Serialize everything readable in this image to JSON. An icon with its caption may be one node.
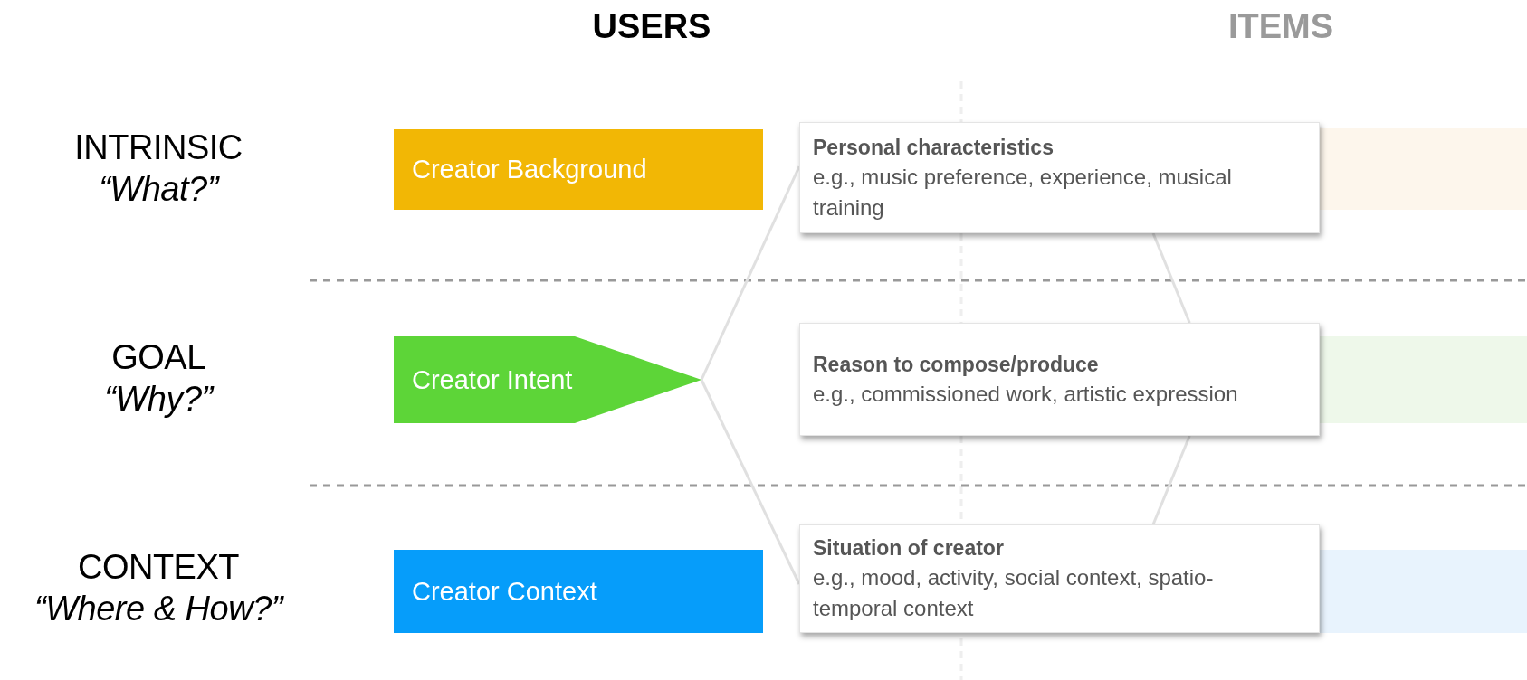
{
  "diagram": {
    "nodes": [
      {
        "text": [
          "INTRINSIC",
          "“What?”"
        ]
      },
      {
        "text": [
          "Creator Background"
        ]
      },
      {
        "text": [
          "Personal characteristics",
          "e.g., music preference, experience, musical training"
        ]
      },
      {
        "text": [],
        "shape": "bar"
      },
      {
        "text": [
          "GOAL",
          "“Why?”"
        ]
      },
      {
        "text": [
          "Creator Intent"
        ]
      },
      {
        "text": [
          "Reason to compose/produce",
          "e.g., commissioned work, artistic expression"
        ]
      },
      {
        "text": [],
        "shape": "bar"
      },
      {
        "text": [
          "CONTEXT",
          "“Where & How?”"
        ]
      },
      {
        "text": [
          "Creator Context"
        ]
      },
      {
        "text": [
          "Situation of creator",
          "e.g., mood, activity, social context, spatio- temporal context"
        ]
      },
      {
        "text": [],
        "shape": "bar"
      }
    ],
    "edges": [
      {
        "from": 5,
        "to": 2,
        "arrow": "none"
      },
      {
        "from": 5,
        "to": 10,
        "arrow": "none"
      },
      {
        "from": 2,
        "to": 6,
        "arrow": "none"
      },
      {
        "from": 6,
        "to": 10,
        "arrow": "none"
      }
    ],
    "labels": [
      "USERS",
      "ITEMS"
    ]
  }
}
